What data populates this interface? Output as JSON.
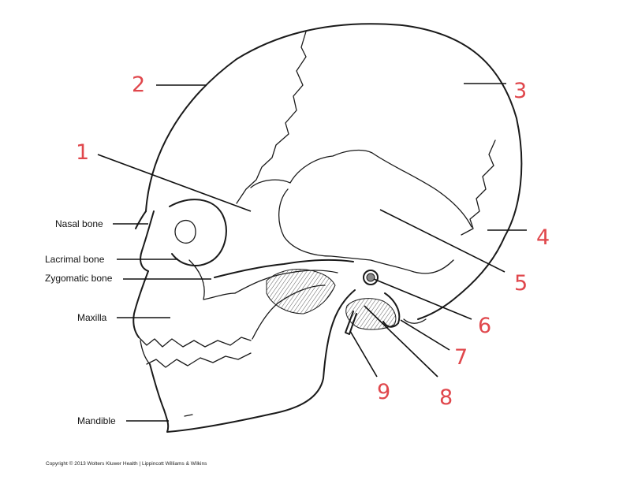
{
  "labels": {
    "nasal": "Nasal bone",
    "lacrimal": "Lacrimal bone",
    "zygomatic": "Zygomatic bone",
    "maxilla": "Maxilla",
    "mandible": "Mandible"
  },
  "numbers": [
    "1",
    "2",
    "3",
    "4",
    "5",
    "6",
    "7",
    "8",
    "9"
  ],
  "copyright": "Copyright © 2013 Wolters Kluwer Health | Lippincott Williams & Wilkins",
  "colors": {
    "number_color": "#e0474c",
    "line_color": "#1a1a1a"
  }
}
